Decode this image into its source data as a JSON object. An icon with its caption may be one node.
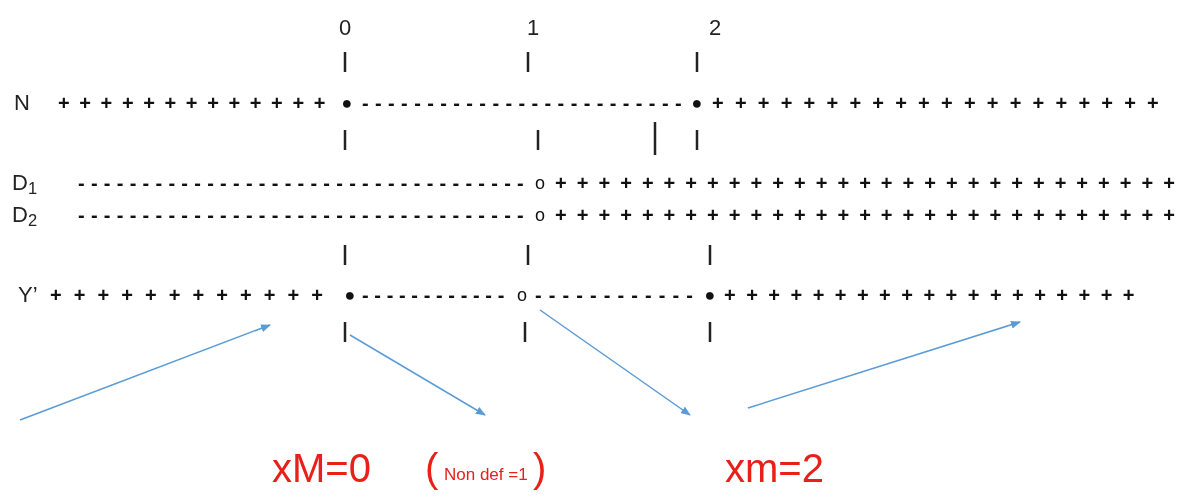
{
  "diagram": {
    "labels": [
      "0",
      "1",
      "2",
      "N",
      "+++++++++++++",
      "●",
      "-------------------------",
      "●",
      "++++++++++++++++++++",
      "D$_{1}$",
      "-----------------------------------",
      "o",
      "+++++++++++++++++++++++++++++",
      "D$_{2}$",
      "-----------------------------------",
      "o",
      "+++++++++++++++++++++++++++++",
      "Y’",
      "++++++++++++",
      "●",
      "------------",
      "o",
      "------------",
      "●",
      "+++++++++++++++++++",
      "xM=0",
      "(",
      "Non def =1",
      ")",
      "xm=2"
    ]
  }
}
